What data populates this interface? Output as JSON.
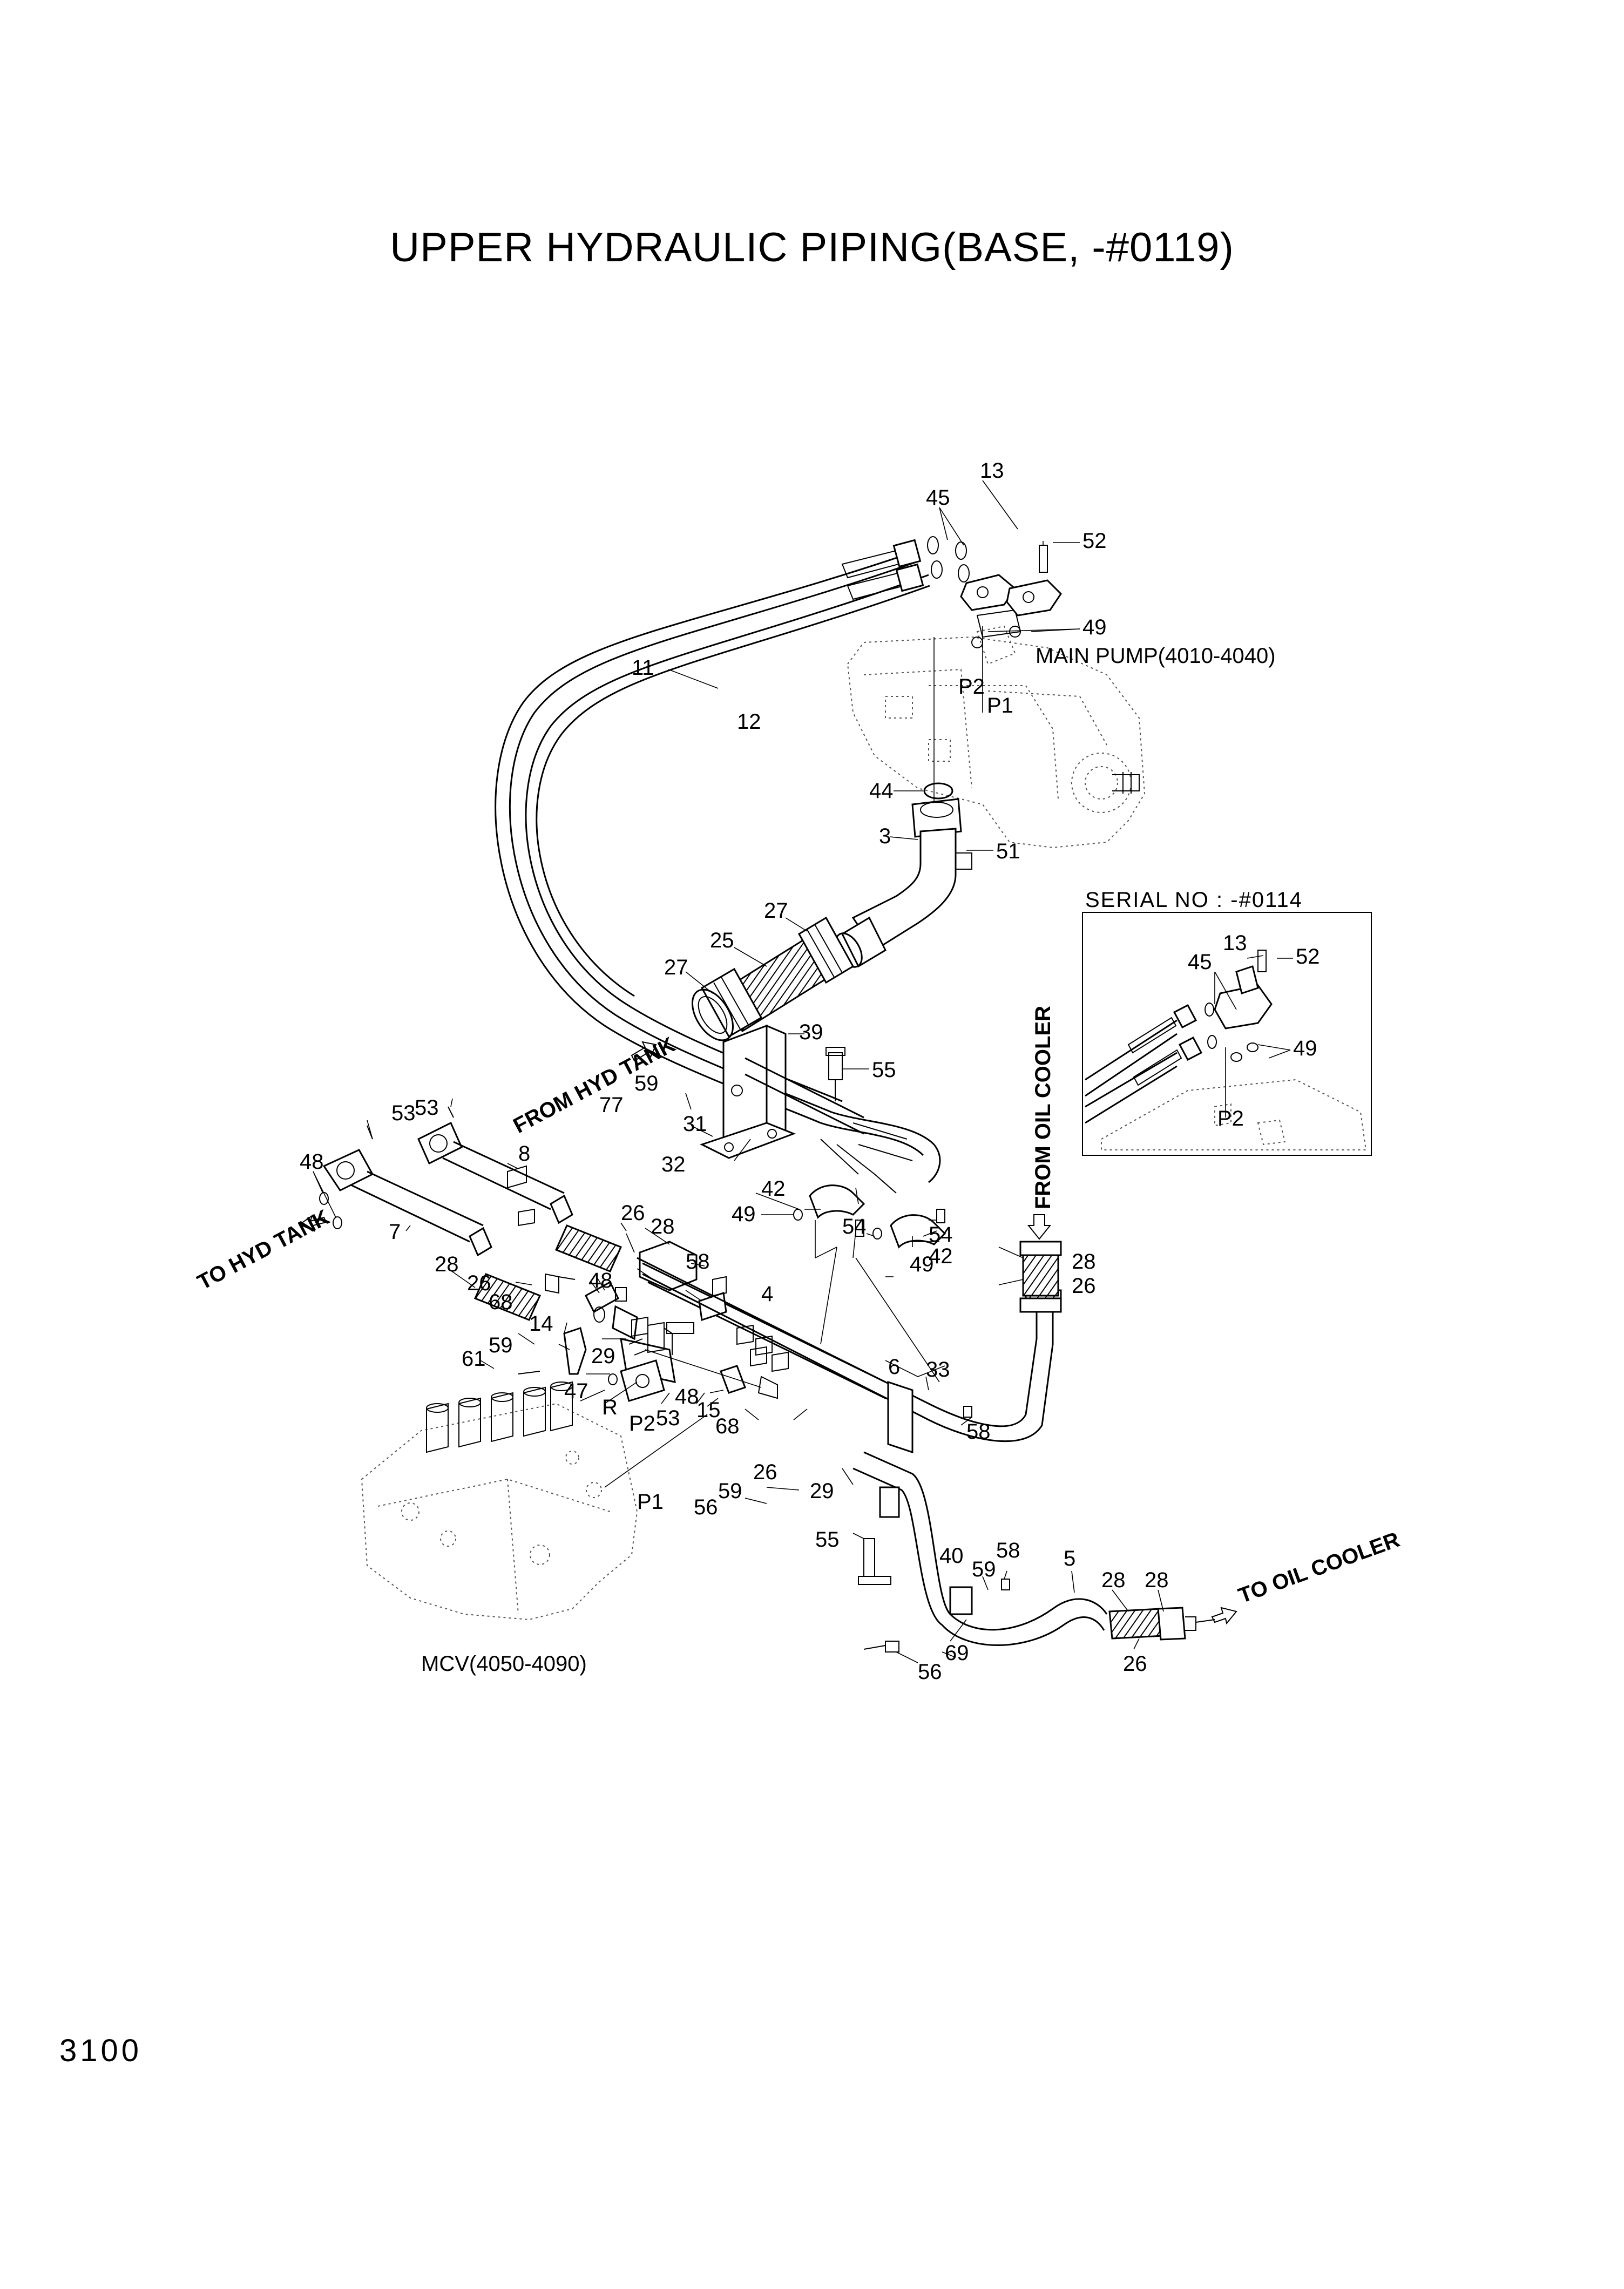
{
  "title": "UPPER HYDRAULIC PIPING(BASE, -#0119)",
  "page_number": "3100",
  "labels": {
    "main_pump": "MAIN PUMP(4010-4040)",
    "mcv": "MCV(4050-4090)",
    "serial_no": "SERIAL NO : -#0114",
    "from_hyd_tank": "FROM HYD TANK",
    "to_hyd_tank": "TO HYD TANK",
    "from_oil_cooler": "FROM OIL COOLER",
    "to_oil_cooler": "TO OIL COOLER",
    "port_p1": "P1",
    "port_p2": "P2",
    "port_r": "R",
    "pump_p1": "P1",
    "pump_p2": "P2",
    "inset_p2": "P2"
  },
  "callouts": {
    "c3": "3",
    "c4": "4",
    "c5": "5",
    "c6": "6",
    "c7": "7",
    "c8": "8",
    "c11": "11",
    "c12": "12",
    "c13": "13",
    "c13_inset": "13",
    "c14": "14",
    "c15": "15",
    "c25": "25",
    "c26a": "26",
    "c26b": "26",
    "c26c": "26",
    "c26d": "26",
    "c26e": "26",
    "c27a": "27",
    "c27b": "27",
    "c28a": "28",
    "c28b": "28",
    "c28c": "28",
    "c28d": "28",
    "c28e": "28",
    "c29a": "29",
    "c29b": "29",
    "c31": "31",
    "c32": "32",
    "c33": "33",
    "c39": "39",
    "c40": "40",
    "c42a": "42",
    "c42b": "42",
    "c44": "44",
    "c45": "45",
    "c45_inset": "45",
    "c47": "47",
    "c48a": "48",
    "c48b": "48",
    "c48c": "48",
    "c49a": "49",
    "c49b": "49",
    "c49c": "49",
    "c49_inset": "49",
    "c51": "51",
    "c52": "52",
    "c52_inset": "52",
    "c53a": "53",
    "c53b": "53",
    "c53c": "53",
    "c54a": "54",
    "c54b": "54",
    "c55a": "55",
    "c55b": "55",
    "c56a": "56",
    "c56b": "56",
    "c58a": "58",
    "c58b": "58",
    "c58c": "58",
    "c59a": "59",
    "c59b": "59",
    "c59c": "59",
    "c59d": "59",
    "c61": "61",
    "c68a": "68",
    "c68b": "68",
    "c69": "69",
    "c77": "77"
  }
}
